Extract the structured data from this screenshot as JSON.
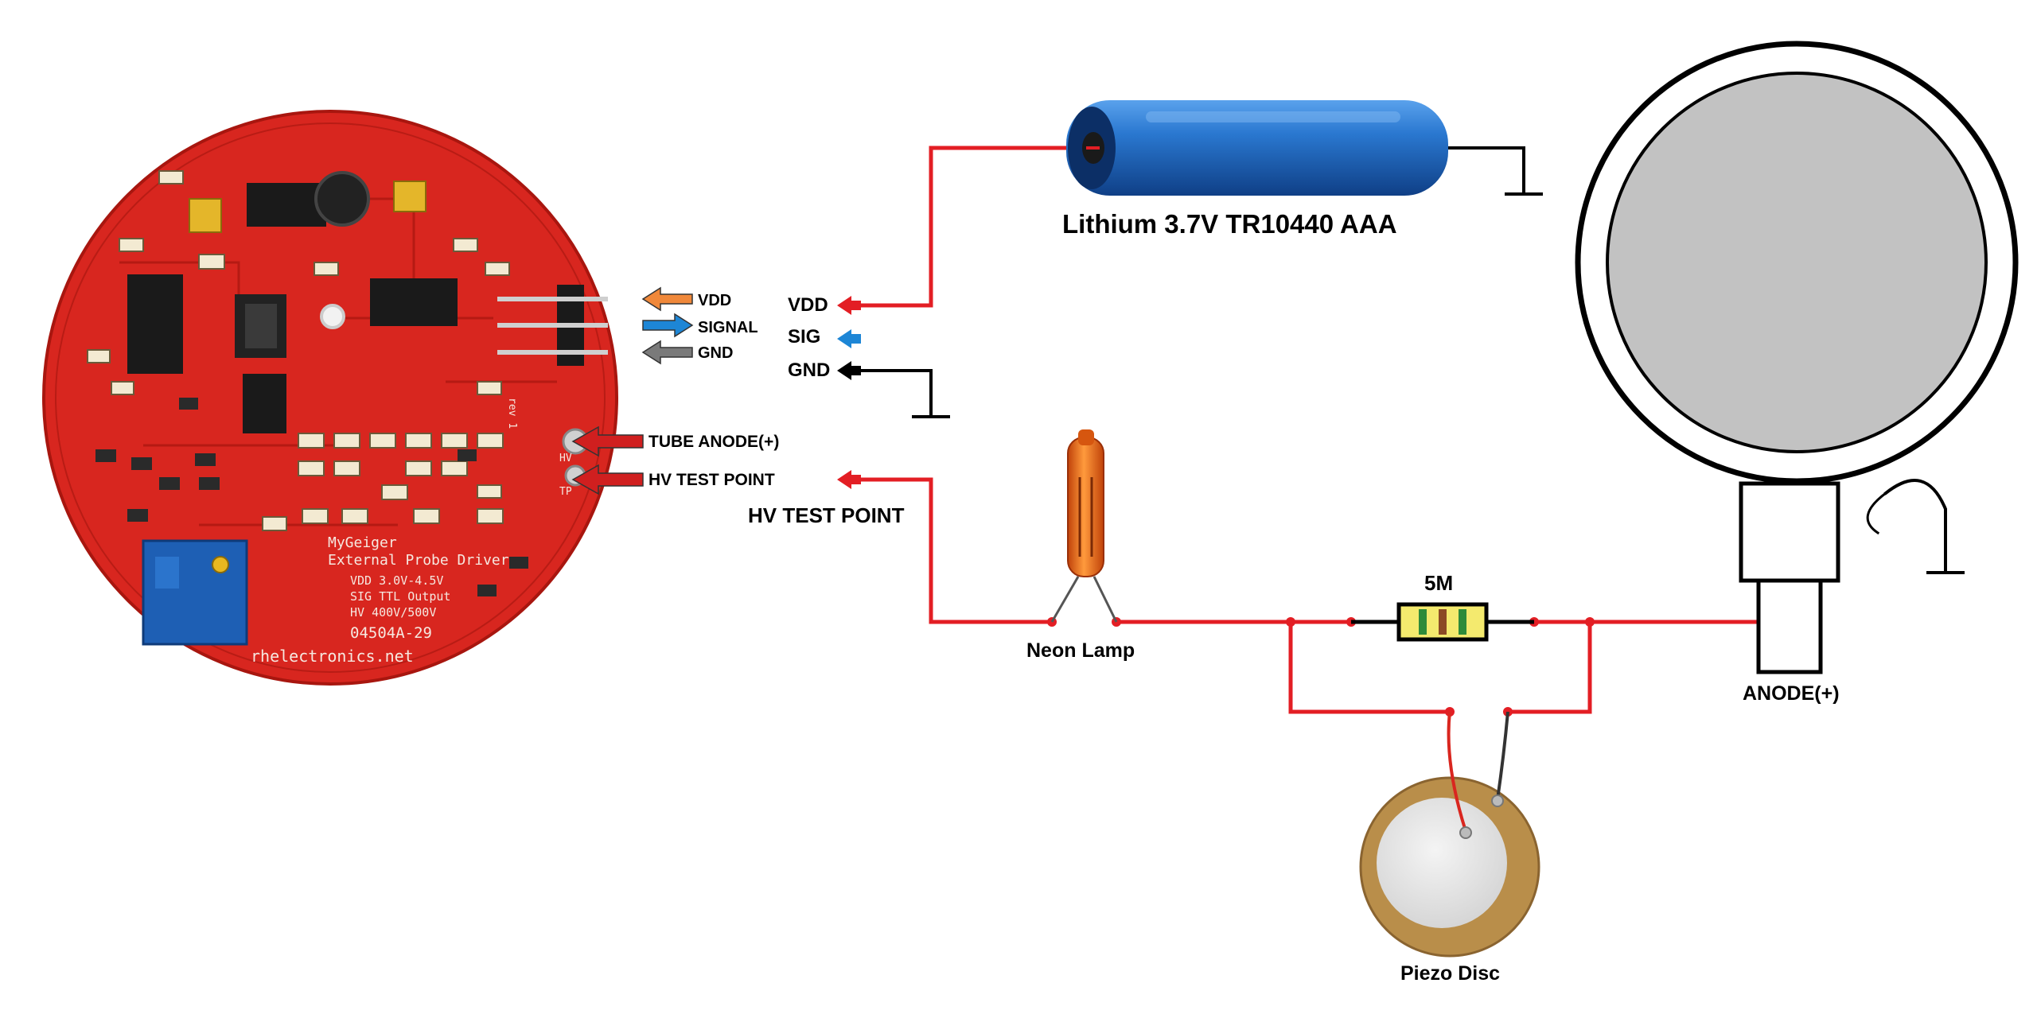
{
  "pcb": {
    "brand": "MyGeiger",
    "product": "External Probe Driver",
    "spec_vdd": "VDD 3.0V-4.5V",
    "spec_sig": "SIG TTL Output",
    "spec_hv": "HV 400V/500V",
    "serial": "04504A-29",
    "website": "rhelectronics.net",
    "rev": "rev 1",
    "pad_hv": "HV",
    "pad_tp": "TP"
  },
  "pin_labels": {
    "vdd": "VDD",
    "signal": "SIGNAL",
    "gnd": "GND",
    "tube_anode": "TUBE ANODE(+)",
    "hv_test_point": "HV TEST POINT"
  },
  "connector_labels": {
    "vdd": "VDD",
    "sig": "SIG",
    "gnd": "GND",
    "hv_test_point": "HV TEST POINT"
  },
  "components": {
    "battery": "Lithium 3.7V TR10440 AAA",
    "neon_lamp": "Neon Lamp",
    "resistor": "5M",
    "anode": "ANODE(+)",
    "piezo": "Piezo Disc"
  },
  "colors": {
    "wire_red": "#e31e24",
    "wire_black": "#000000",
    "pcb_red": "#d8261f",
    "arrow_orange": "#f0883a",
    "arrow_blue": "#1d86d6",
    "arrow_gray": "#7a7a7a",
    "battery_blue": "#1f6cc4",
    "tube_gray": "#c2c2c2"
  }
}
